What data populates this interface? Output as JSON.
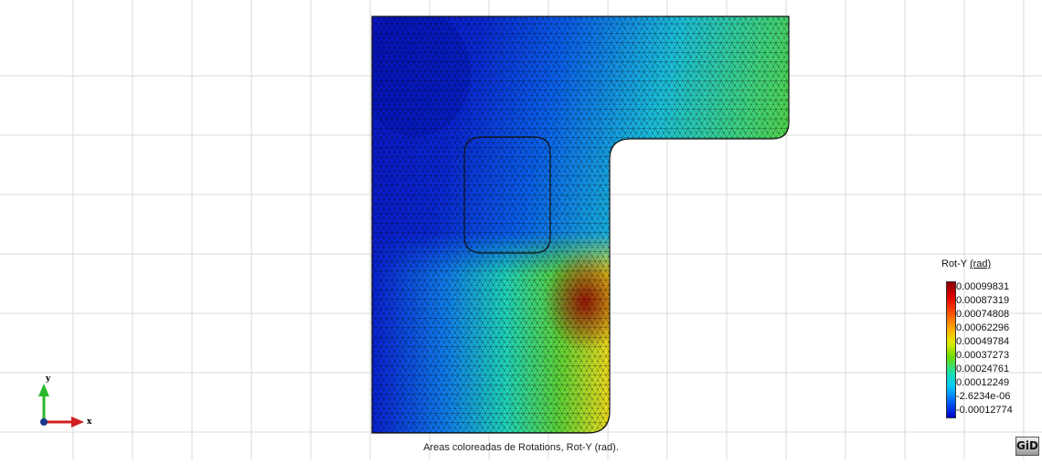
{
  "legend": {
    "title_main": "Rot-Y",
    "title_unit": "(rad)",
    "ticks": [
      "0.00099831",
      "0.00087319",
      "0.00074808",
      "0.00062296",
      "0.00049784",
      "0.00037273",
      "0.00024761",
      "0.00012249",
      "-2.6234e-06",
      "-0.00012774"
    ],
    "colors": [
      "#8a0000",
      "#e00000",
      "#ff4a00",
      "#ffa000",
      "#e8e800",
      "#6fdc00",
      "#20e0a0",
      "#00c8ff",
      "#0064ff",
      "#0000c8"
    ]
  },
  "caption": "Areas coloreadas de Rotations, Rot-Y (rad).",
  "axes": {
    "x_label": "x",
    "y_label": "y"
  },
  "logo": "GiD"
}
